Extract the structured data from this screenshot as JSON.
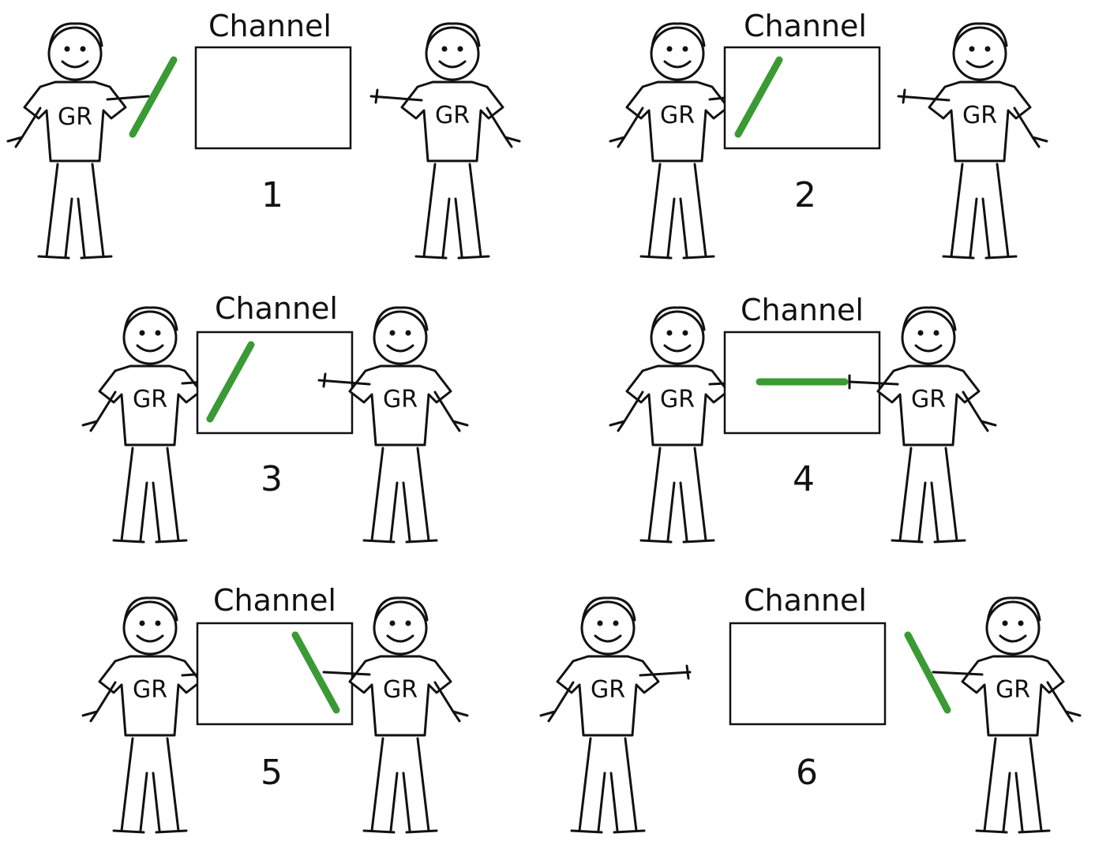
{
  "diagram": {
    "channel_label": "Channel",
    "person_label": "GR",
    "stick_color": "#3a9a34",
    "panels": [
      {
        "number": "1"
      },
      {
        "number": "2"
      },
      {
        "number": "3"
      },
      {
        "number": "4"
      },
      {
        "number": "5"
      },
      {
        "number": "6"
      }
    ]
  }
}
